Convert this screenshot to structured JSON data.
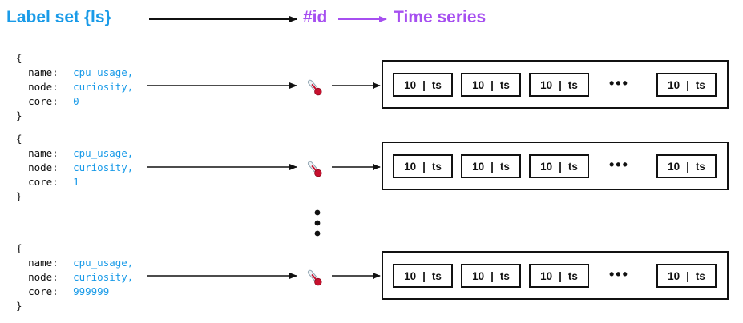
{
  "header": {
    "label_set": "Label set {ls}",
    "id": "#id",
    "time_series": "Time series"
  },
  "colors": {
    "label_set": "#1a9be8",
    "id": "#a64ff0",
    "time_series": "#a64ff0",
    "value": "#1a9be8"
  },
  "icon": "thermometer-icon",
  "rows": [
    {
      "open": "{",
      "close": "}",
      "fields": [
        {
          "key": "name:",
          "value": "cpu_usage,"
        },
        {
          "key": "node:",
          "value": "curiosity,"
        },
        {
          "key": "core:",
          "value": "0"
        }
      ],
      "cells": [
        {
          "value": "10",
          "ts": "ts"
        },
        {
          "value": "10",
          "ts": "ts"
        },
        {
          "value": "10",
          "ts": "ts"
        },
        {
          "value": "10",
          "ts": "ts"
        }
      ],
      "ellipsis": "•••"
    },
    {
      "open": "{",
      "close": "}",
      "fields": [
        {
          "key": "name:",
          "value": "cpu_usage,"
        },
        {
          "key": "node:",
          "value": "curiosity,"
        },
        {
          "key": "core:",
          "value": "1"
        }
      ],
      "cells": [
        {
          "value": "10",
          "ts": "ts"
        },
        {
          "value": "10",
          "ts": "ts"
        },
        {
          "value": "10",
          "ts": "ts"
        },
        {
          "value": "10",
          "ts": "ts"
        }
      ],
      "ellipsis": "•••"
    },
    {
      "open": "{",
      "close": "}",
      "fields": [
        {
          "key": "name:",
          "value": "cpu_usage,"
        },
        {
          "key": "node:",
          "value": "curiosity,"
        },
        {
          "key": "core:",
          "value": "999999"
        }
      ],
      "cells": [
        {
          "value": "10",
          "ts": "ts"
        },
        {
          "value": "10",
          "ts": "ts"
        },
        {
          "value": "10",
          "ts": "ts"
        },
        {
          "value": "10",
          "ts": "ts"
        }
      ],
      "ellipsis": "•••"
    }
  ]
}
